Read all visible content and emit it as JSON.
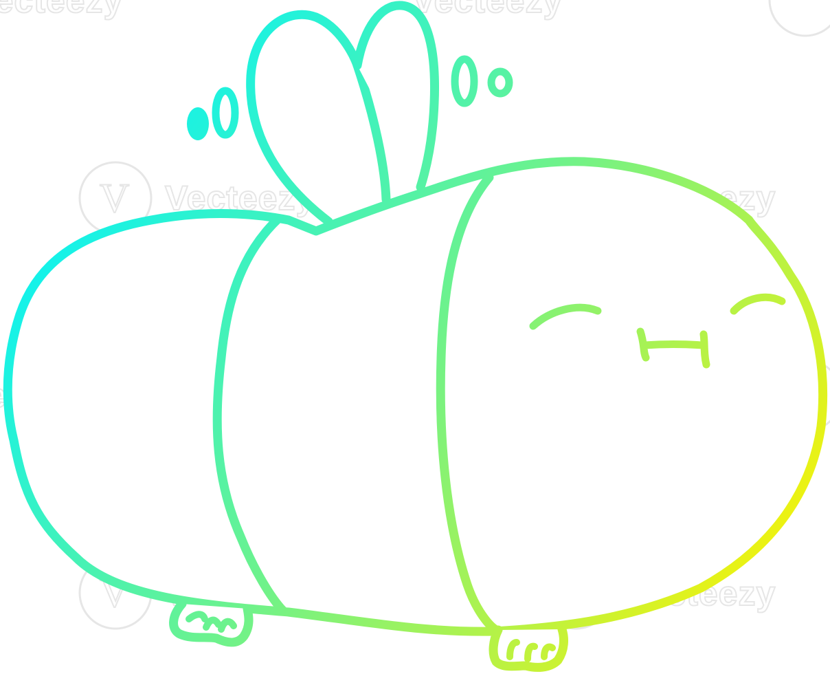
{
  "illustration": {
    "subject": "cartoon bee",
    "stroke_gradient": [
      "#00f2ff",
      "#6ff28a",
      "#fff200"
    ]
  },
  "watermark": {
    "brand": "Vecteezy",
    "glyph": "V"
  }
}
